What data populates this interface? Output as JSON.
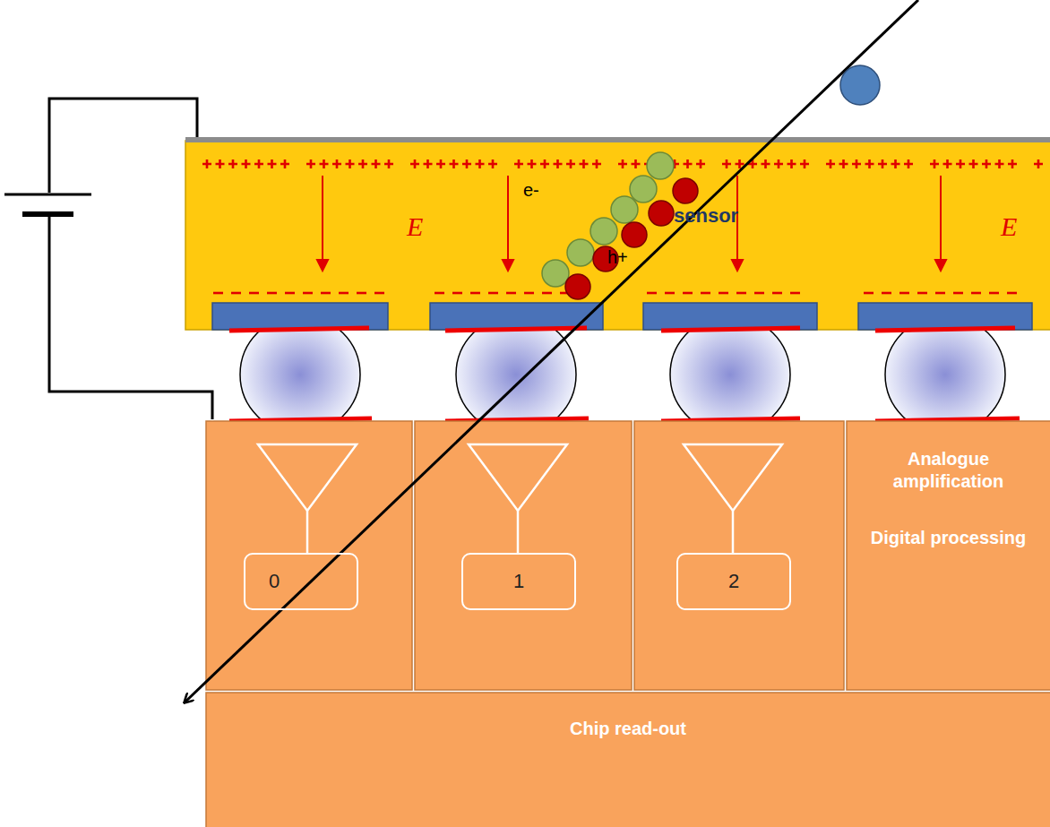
{
  "diagram": {
    "nodes": [
      {
        "text": [
          "sensor"
        ]
      },
      {
        "text": [
          "0"
        ]
      },
      {
        "text": [
          "1"
        ]
      },
      {
        "text": [
          "2"
        ]
      },
      {
        "text": [
          "Analogue amplification",
          "Digital processing"
        ]
      },
      {
        "text": [
          "Chip read-out"
        ]
      }
    ],
    "labels": [
      "E",
      "E",
      "e-",
      "h+"
    ]
  }
}
